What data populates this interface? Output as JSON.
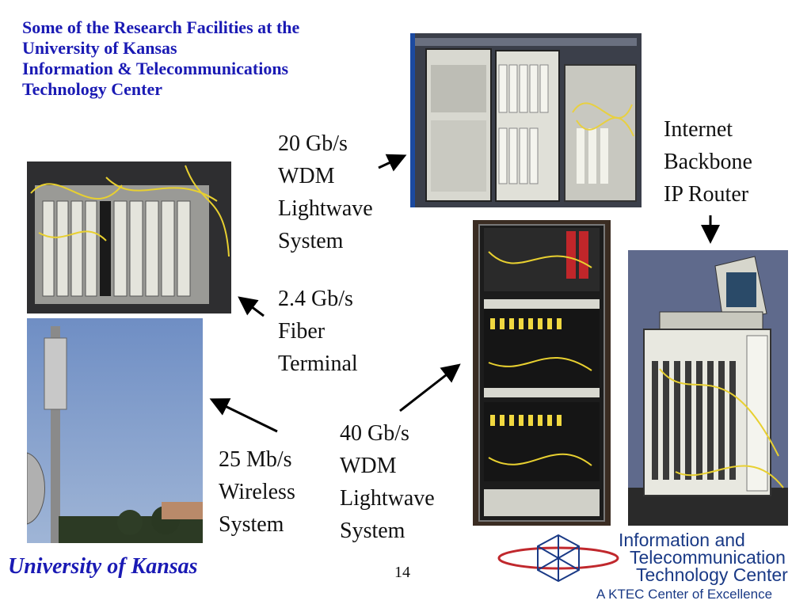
{
  "slide": {
    "title_lines": [
      "Some of the Research Facilities at the",
      "University of Kansas",
      "Information & Telecommunications",
      "Technology Center"
    ],
    "labels": {
      "wdm20": "20 Gb/s\nWDM\nLightwave\nSystem",
      "fiber24": "2.4 Gb/s\nFiber\nTerminal",
      "wireless25": "25 Mb/s\nWireless\nSystem",
      "wdm40": "40 Gb/s\nWDM\nLightwave\nSystem",
      "router": "Internet\nBackbone\nIP Router"
    },
    "footer": {
      "university": "University of Kansas",
      "page_number": "14"
    },
    "logo": {
      "line1": "Information and",
      "line2": "Telecommunication",
      "line3": "Technology Center",
      "tagline": "A KTEC Center of Excellence"
    },
    "colors": {
      "title": "#1a1ab4",
      "logo_blue": "#1a3a86",
      "logo_red": "#c0282d"
    }
  }
}
